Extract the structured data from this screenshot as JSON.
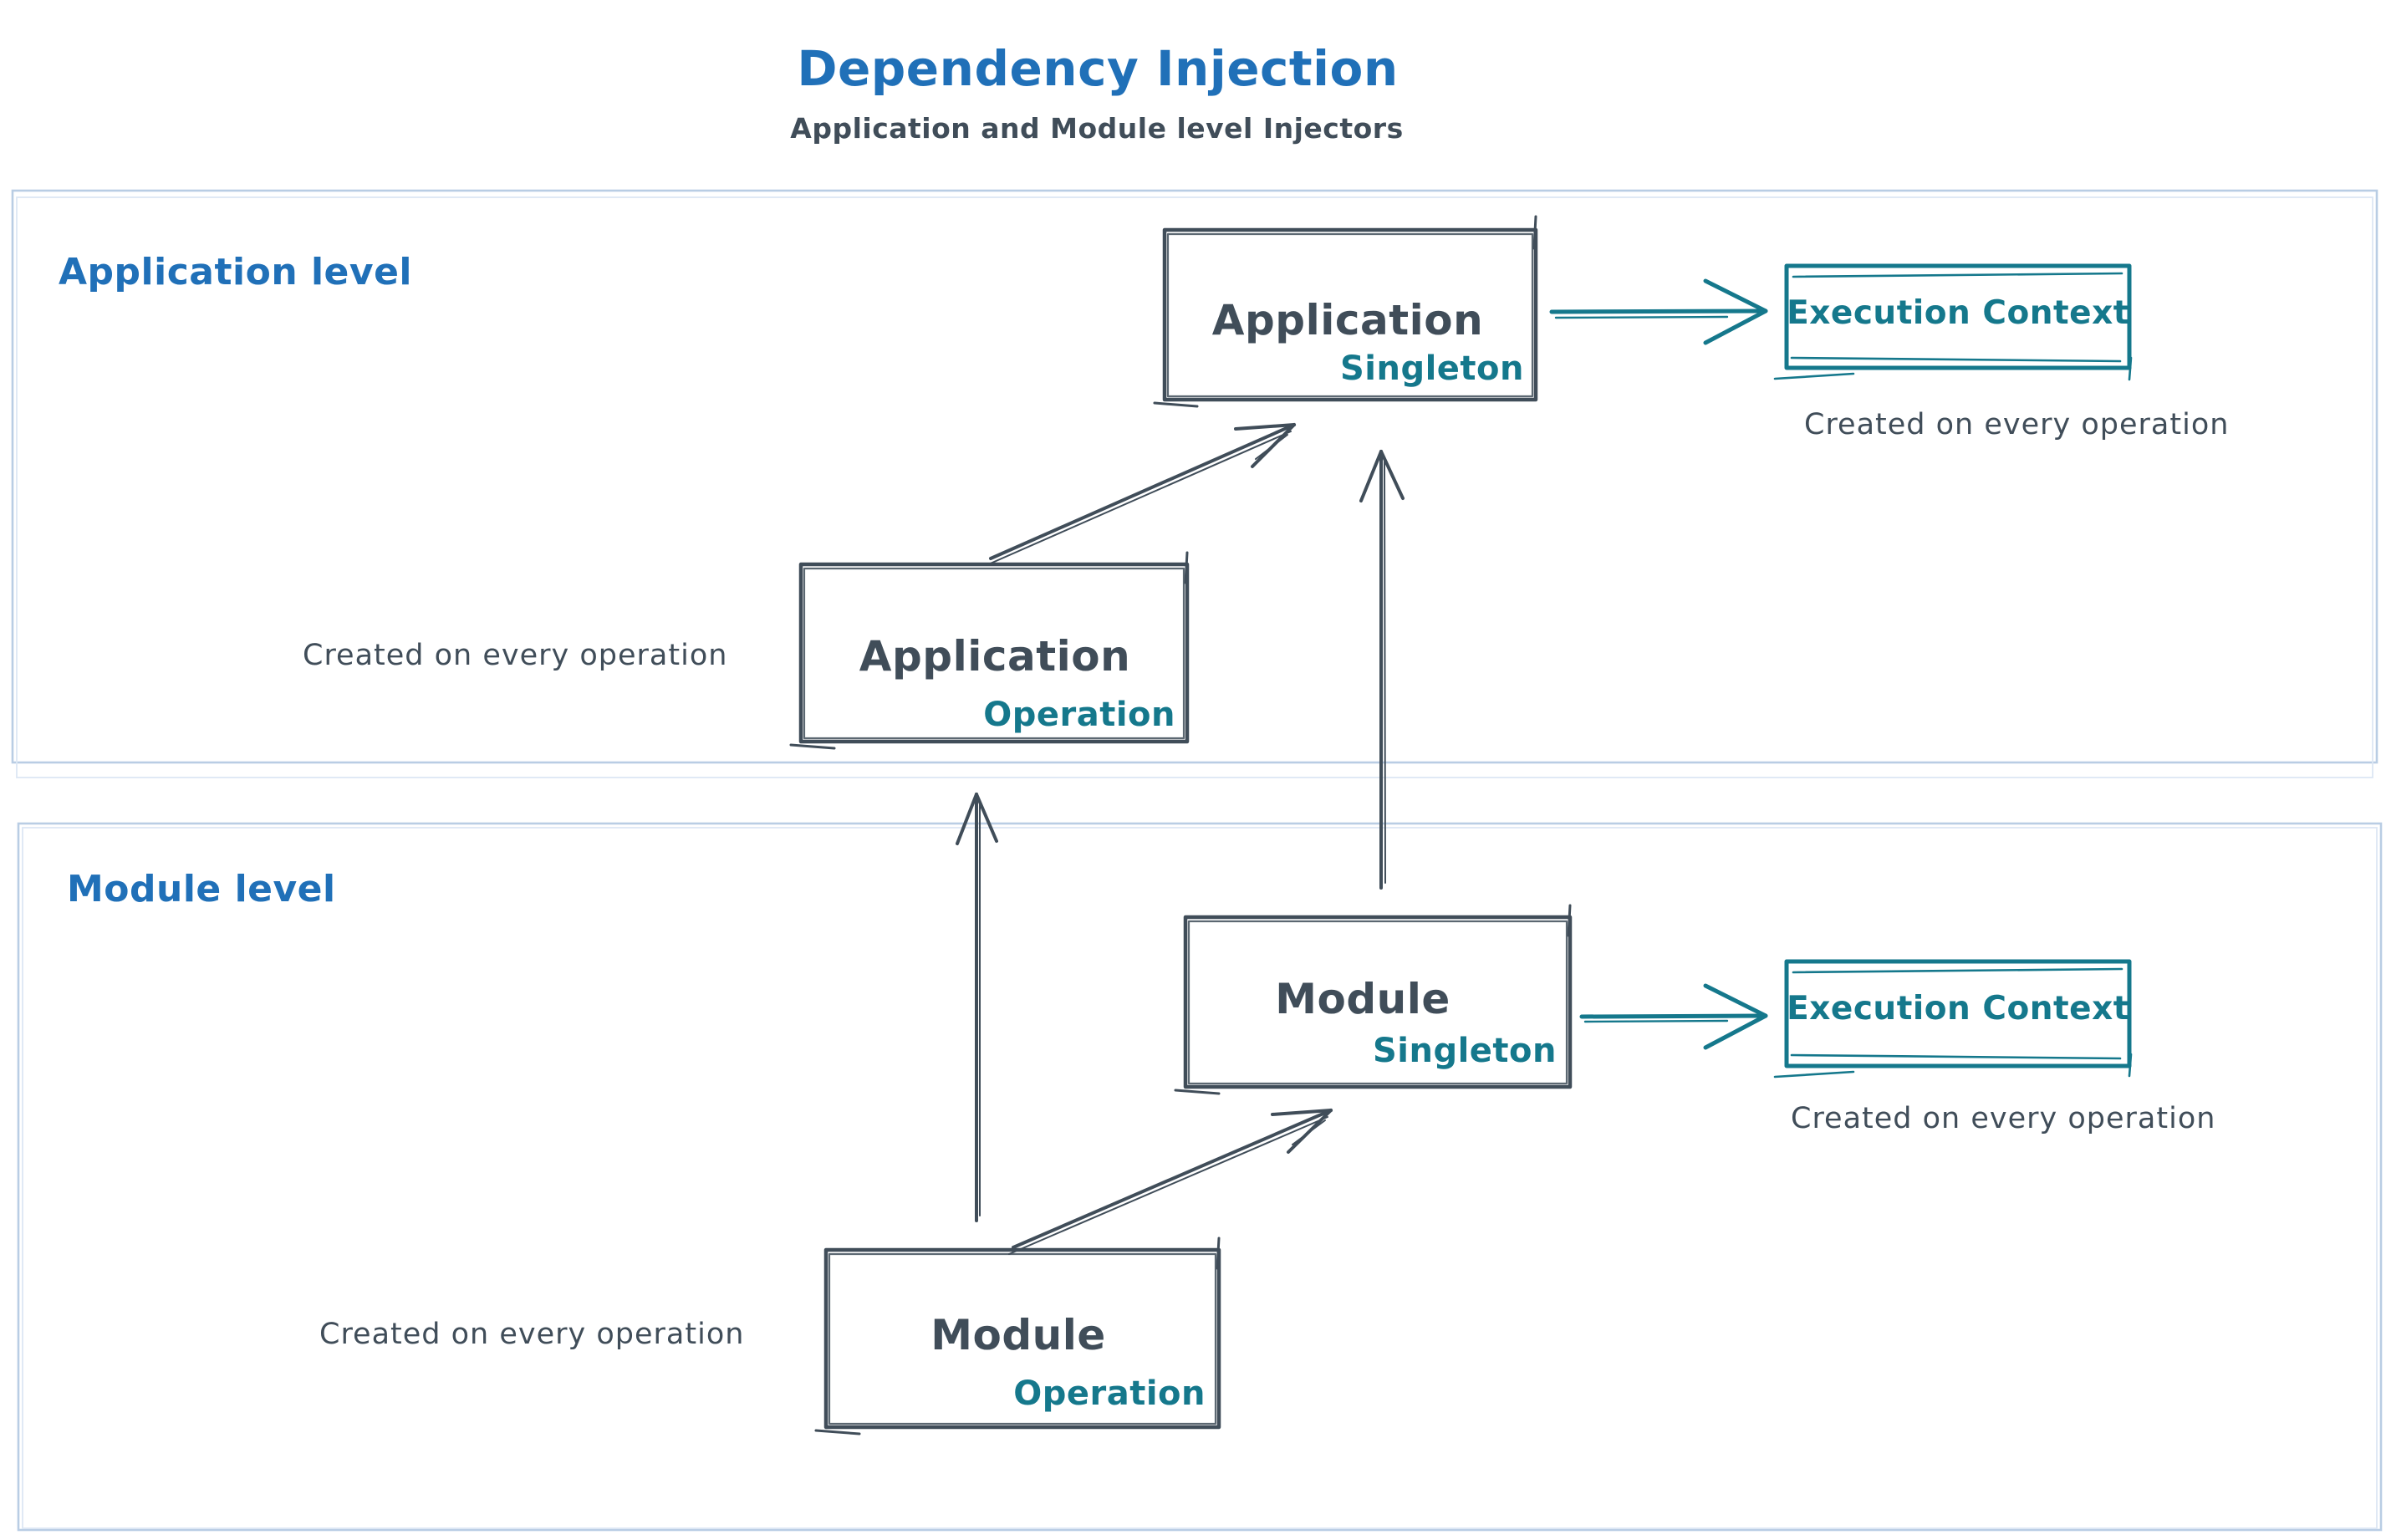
{
  "header": {
    "title": "Dependency Injection",
    "subtitle": "Application and Module level Injectors"
  },
  "sections": {
    "application": {
      "label": "Application level"
    },
    "module": {
      "label": "Module level"
    }
  },
  "boxes": {
    "app_singleton": {
      "name": "Application",
      "tag": "Singleton"
    },
    "app_operation": {
      "name": "Application",
      "tag": "Operation"
    },
    "module_singleton": {
      "name": "Module",
      "tag": "Singleton"
    },
    "module_operation": {
      "name": "Module",
      "tag": "Operation"
    },
    "app_execution_context": {
      "label": "Execution Context"
    },
    "module_execution_context": {
      "label": "Execution Context"
    }
  },
  "captions": {
    "app_operation_note": "Created on every operation",
    "app_execution_note": "Created on every operation",
    "module_operation_note": "Created on every operation",
    "module_execution_note": "Created on every operation"
  },
  "colors": {
    "blue": "#2070b8",
    "slate": "#404d59",
    "teal": "#15788c",
    "section": "#b9cde4",
    "section2": "#dce7f4"
  }
}
